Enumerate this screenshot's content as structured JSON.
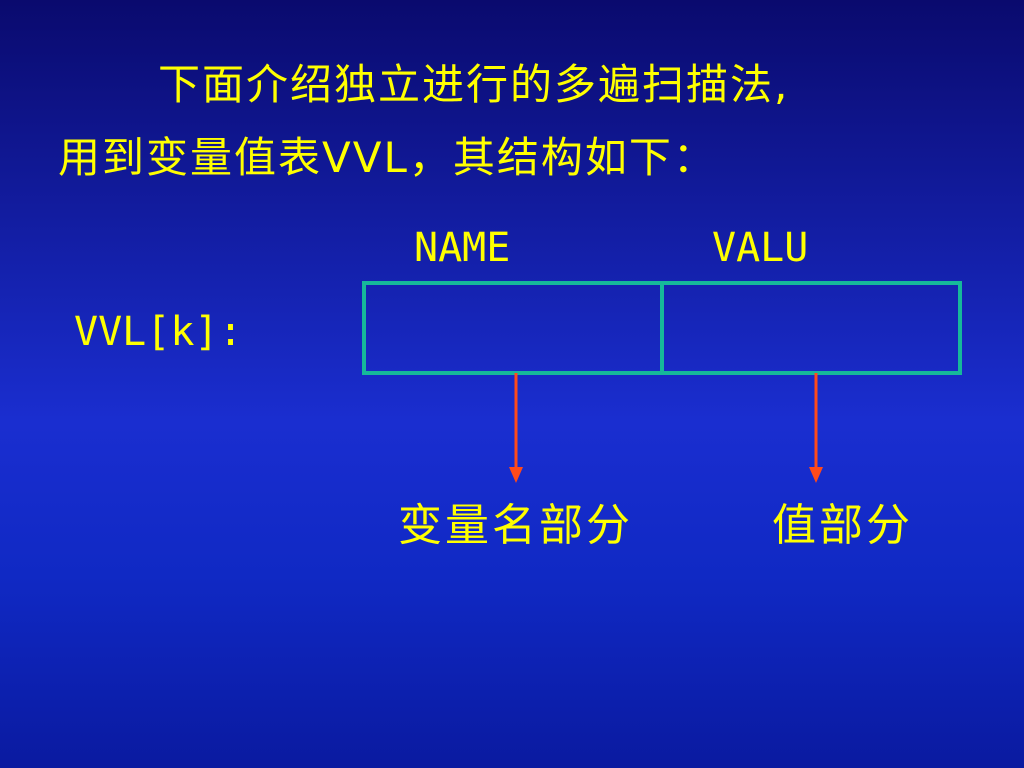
{
  "intro": {
    "line1": "下面介绍独立进行的多遍扫描法,",
    "line2": "用到变量值表VVL，其结构如下："
  },
  "structure": {
    "entry_label": "VVL[k]:",
    "fields": [
      {
        "header": "NAME",
        "description": "变量名部分"
      },
      {
        "header": "VALU",
        "description": "值部分"
      }
    ]
  },
  "colors": {
    "background_top": "#0a0a6e",
    "background_mid": "#1a2ed0",
    "text": "#ffff00",
    "box_border": "#16b89a",
    "arrow": "#ff4a1a"
  }
}
